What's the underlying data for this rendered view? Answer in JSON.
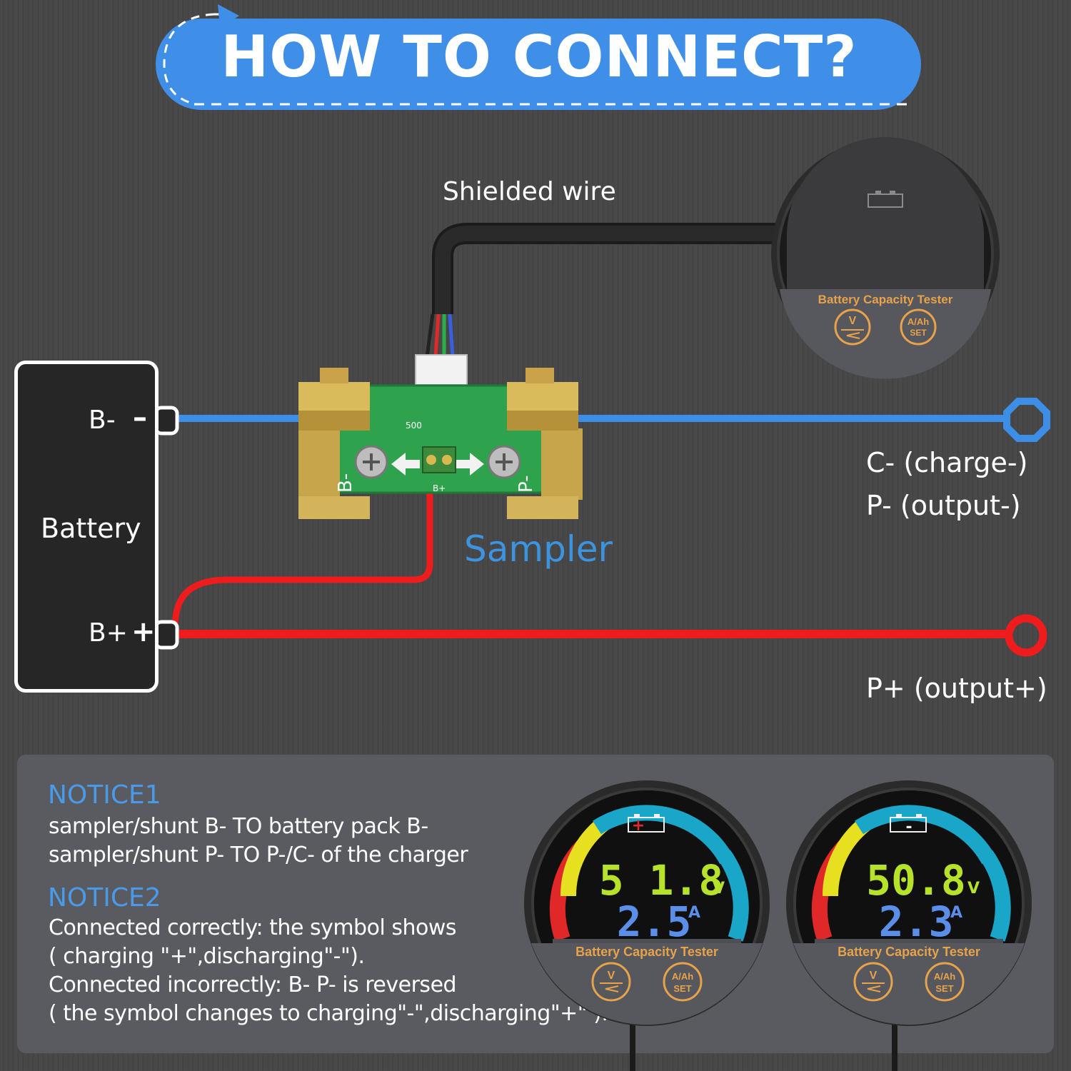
{
  "title": "HOW TO CONNECT?",
  "labels": {
    "shielded_wire": "Shielded wire",
    "battery": "Battery",
    "b_minus": "B-",
    "b_plus": "B+",
    "minus_symbol": "–",
    "plus_symbol": "+",
    "sampler": "Sampler",
    "c_minus": "C- (charge-)",
    "p_minus": "P- (output-)",
    "p_plus": "P+ (output+)",
    "shunt_b": "B-",
    "shunt_p": "P-",
    "shunt_500": "500",
    "shunt_bplus": "B+"
  },
  "meter": {
    "brand": "Battery Capacity Tester",
    "button_v": "V",
    "button_set_top": "A/Ah",
    "button_set_bottom": "SET"
  },
  "displays": [
    {
      "symbol": "+",
      "voltage": "5 1.8",
      "voltage_unit": "V",
      "current": "2.5",
      "current_unit": "A"
    },
    {
      "symbol": "-",
      "voltage": "50.8",
      "voltage_unit": "V",
      "current": "2.3",
      "current_unit": "A"
    }
  ],
  "notices": {
    "notice1": {
      "title": "NOTICE1",
      "lines": [
        "sampler/shunt B-    TO    battery pack B-",
        "sampler/shunt P-   TO    P-/C-  of the charger"
      ]
    },
    "notice2": {
      "title": "NOTICE2",
      "lines": [
        "Connected correctly: the symbol shows",
        "( charging \"+\",discharging\"-\").",
        "Connected incorrectly: B- P- is reversed",
        "( the symbol changes to charging\"-\",discharging\"+\" )."
      ]
    }
  },
  "colors": {
    "wire_negative": "#3d8ee6",
    "wire_positive": "#ee1c1c",
    "accent_blue": "#4a9aea",
    "meter_orange": "#e7a24a"
  }
}
